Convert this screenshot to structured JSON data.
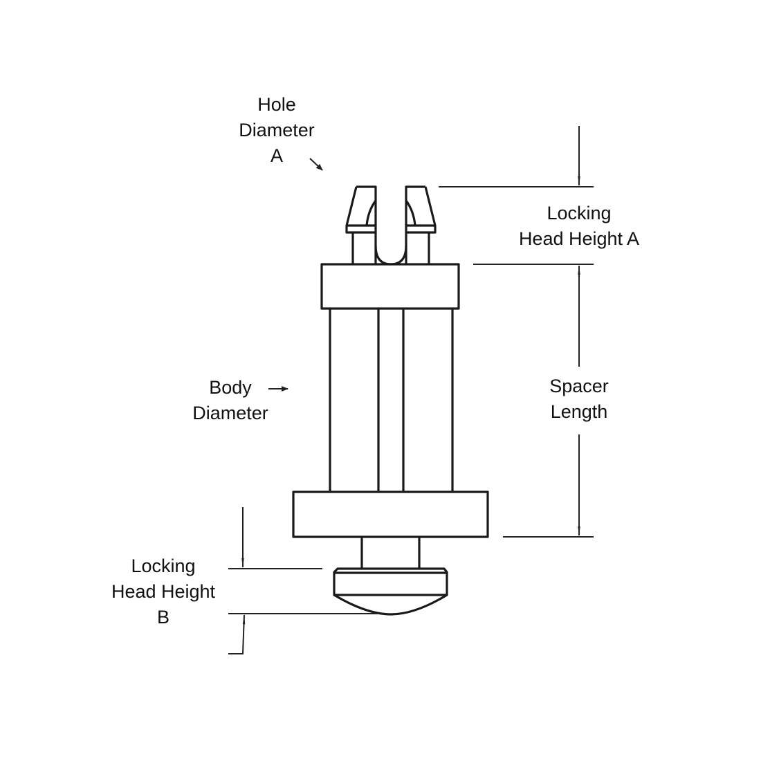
{
  "labels": {
    "hole_diameter": [
      "Hole",
      "Diameter",
      "A"
    ],
    "locking_head_height_a": [
      "Locking",
      "Head Height A"
    ],
    "body_diameter": [
      "Body",
      "Diameter"
    ],
    "spacer_length": [
      "Spacer",
      "Length"
    ],
    "locking_head_height_b": [
      "Locking",
      "Head Height",
      "B"
    ]
  }
}
